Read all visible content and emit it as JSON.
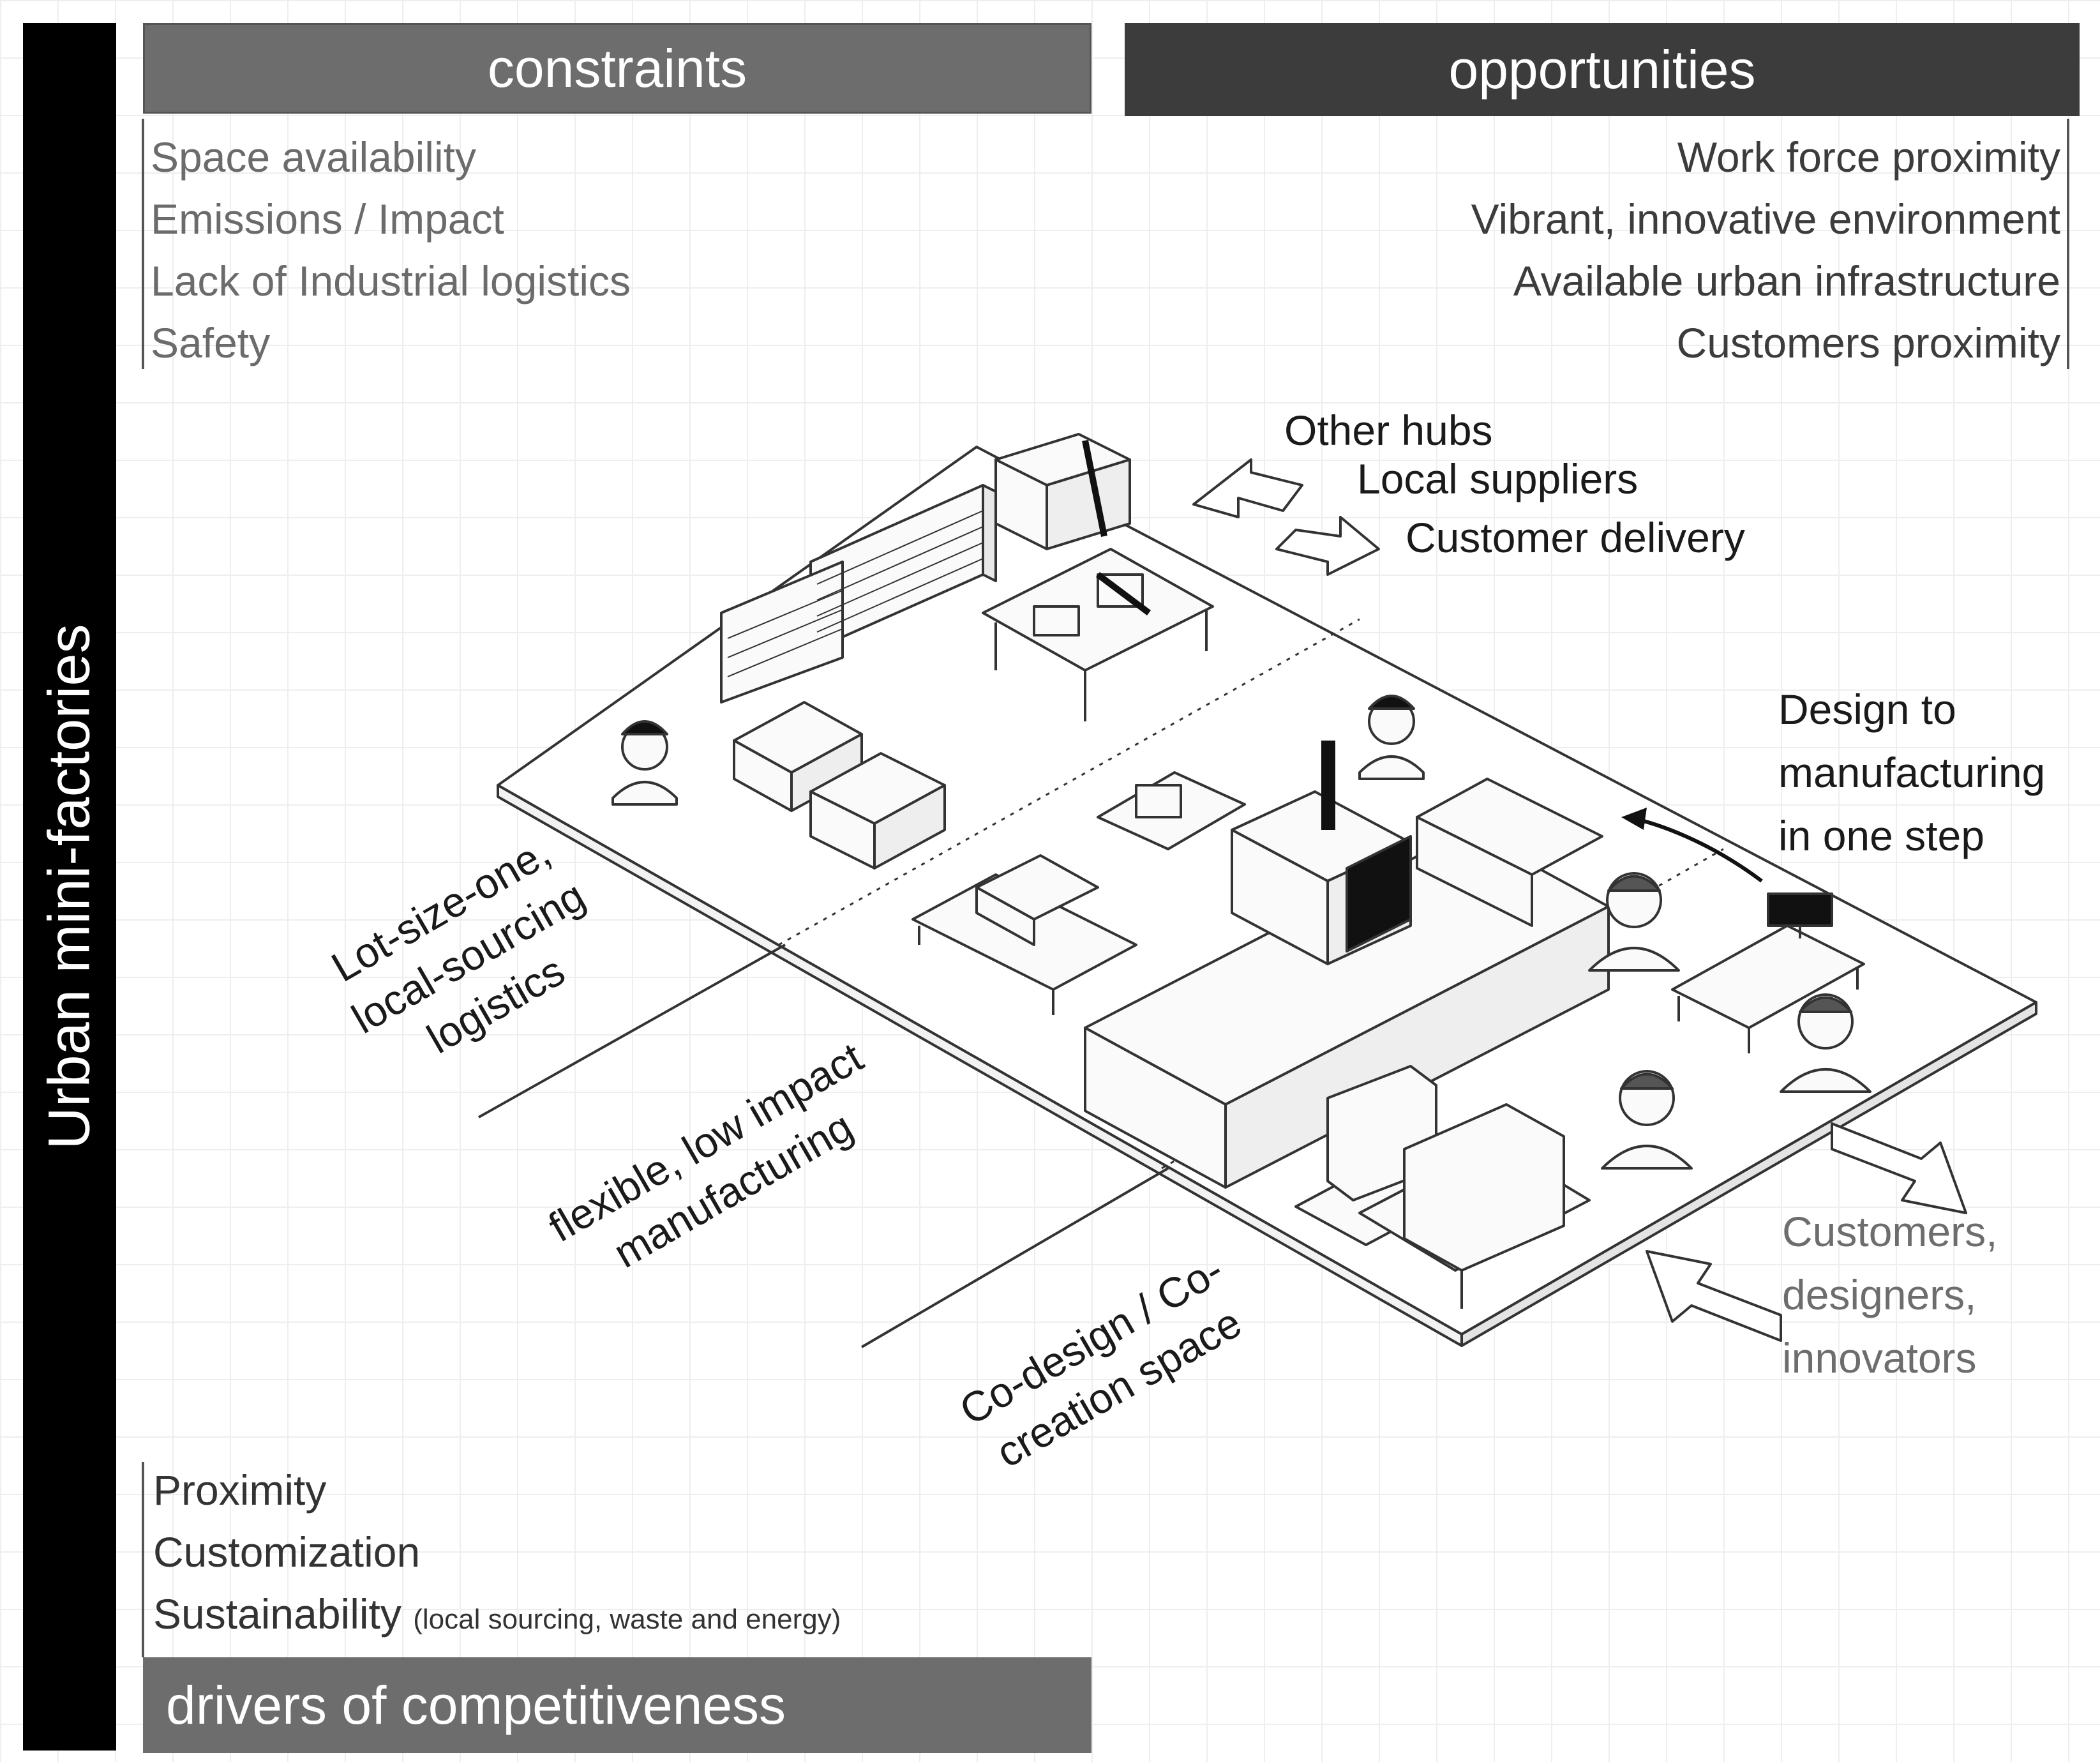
{
  "side_title": "Urban mini-factories",
  "constraints": {
    "header": "constraints",
    "items": [
      "Space availability",
      "Emissions / Impact",
      "Lack of Industrial logistics",
      "Safety"
    ]
  },
  "opportunities": {
    "header": "opportunities",
    "items": [
      "Work force proximity",
      "Vibrant, innovative environment",
      "Available urban infrastructure",
      "Customers proximity"
    ]
  },
  "drivers": {
    "header": "drivers of competitiveness",
    "items": [
      "Proximity",
      "Customization",
      "Sustainability"
    ],
    "note": "(local sourcing, waste and energy)"
  },
  "flows": {
    "hubs": "Other hubs",
    "suppliers": "Local suppliers",
    "delivery": "Customer delivery"
  },
  "design_step": [
    "Design to",
    "manufacturing",
    "in one step"
  ],
  "zones": {
    "logistics": [
      "Lot-size-one,",
      "local-sourcing",
      "logistics"
    ],
    "manufacturing": [
      "flexible, low impact",
      "manufacturing"
    ],
    "codesign": [
      "Co-design / Co-",
      "creation space"
    ]
  },
  "customers": [
    "Customers,",
    "designers,",
    "innovators"
  ]
}
